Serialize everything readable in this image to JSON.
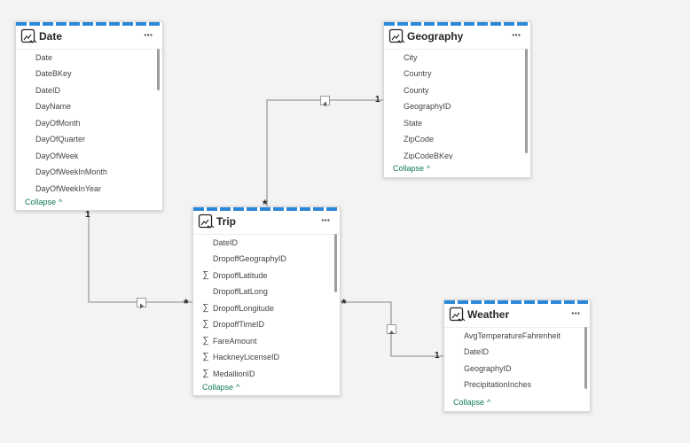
{
  "tables": {
    "date": {
      "title": "Date",
      "fields": [
        {
          "name": "Date",
          "sigma": ""
        },
        {
          "name": "DateBKey",
          "sigma": ""
        },
        {
          "name": "DateID",
          "sigma": ""
        },
        {
          "name": "DayName",
          "sigma": ""
        },
        {
          "name": "DayOfMonth",
          "sigma": ""
        },
        {
          "name": "DayOfQuarter",
          "sigma": ""
        },
        {
          "name": "DayOfWeek",
          "sigma": ""
        },
        {
          "name": "DayOfWeekInMonth",
          "sigma": ""
        },
        {
          "name": "DayOfWeekInYear",
          "sigma": ""
        }
      ],
      "collapse": "Collapse"
    },
    "geography": {
      "title": "Geography",
      "fields": [
        {
          "name": "City",
          "sigma": ""
        },
        {
          "name": "Country",
          "sigma": ""
        },
        {
          "name": "County",
          "sigma": ""
        },
        {
          "name": "GeographyID",
          "sigma": ""
        },
        {
          "name": "State",
          "sigma": ""
        },
        {
          "name": "ZipCode",
          "sigma": ""
        },
        {
          "name": "ZipCodeBKey",
          "sigma": ""
        }
      ],
      "collapse": "Collapse"
    },
    "trip": {
      "title": "Trip",
      "fields": [
        {
          "name": "DateID",
          "sigma": ""
        },
        {
          "name": "DropoffGeographyID",
          "sigma": ""
        },
        {
          "name": "DropoffLatitude",
          "sigma": "∑"
        },
        {
          "name": "DropoffLatLong",
          "sigma": ""
        },
        {
          "name": "DropoffLongitude",
          "sigma": "∑"
        },
        {
          "name": "DropoffTimeID",
          "sigma": "∑"
        },
        {
          "name": "FareAmount",
          "sigma": "∑"
        },
        {
          "name": "HackneyLicenseID",
          "sigma": "∑"
        },
        {
          "name": "MedallionID",
          "sigma": "∑"
        }
      ],
      "collapse": "Collapse"
    },
    "weather": {
      "title": "Weather",
      "fields": [
        {
          "name": "AvgTemperatureFahrenheit",
          "sigma": ""
        },
        {
          "name": "DateID",
          "sigma": ""
        },
        {
          "name": "GeographyID",
          "sigma": ""
        },
        {
          "name": "PrecipitationInches",
          "sigma": ""
        }
      ],
      "collapse": "Collapse"
    }
  },
  "cardinality": {
    "date_trip_one": "1",
    "date_trip_many": "*",
    "geo_trip_one": "1",
    "geo_trip_many": "*",
    "weather_trip_one": "1",
    "weather_trip_many": "*"
  },
  "menu_glyph": "···",
  "collapse_glyph": "^",
  "colors": {
    "accent": "#2b88d8",
    "collapse_text": "#137a5b",
    "line": "#9c9c9c",
    "background": "#f3f3f3"
  },
  "icons": {
    "table": "table-icon",
    "more": "more-options-icon",
    "sigma": "sigma-icon",
    "chevron": "chevron-up-icon",
    "filter_direction": "arrow-triangle-icon"
  }
}
